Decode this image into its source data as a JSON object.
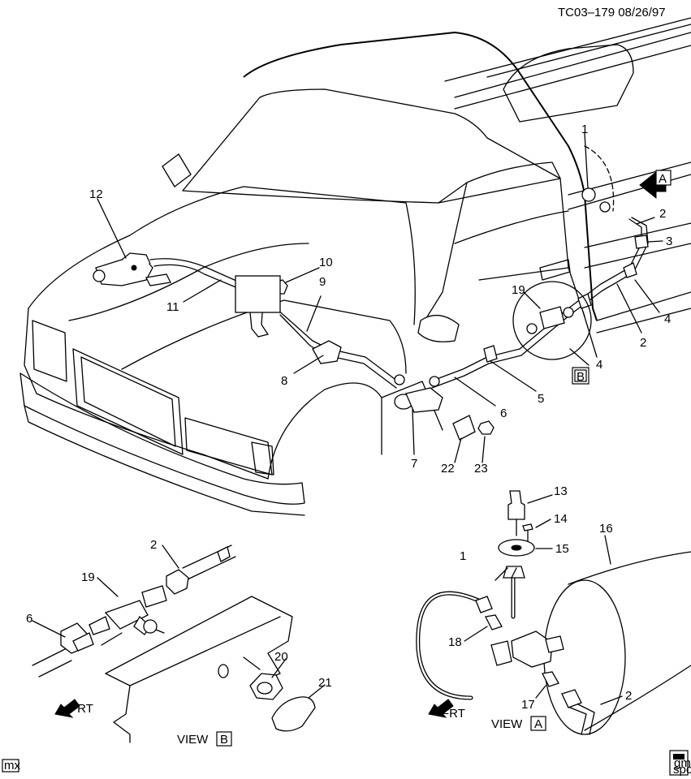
{
  "header": {
    "code": "TC03–179  08/26/97"
  },
  "callouts": [
    {
      "id": "c1",
      "text": "1"
    },
    {
      "id": "c2",
      "text": "2"
    },
    {
      "id": "c3",
      "text": "3"
    },
    {
      "id": "c4",
      "text": "4"
    },
    {
      "id": "c2b",
      "text": "2"
    },
    {
      "id": "c4b",
      "text": "4"
    },
    {
      "id": "c5",
      "text": "5"
    },
    {
      "id": "c6",
      "text": "6"
    },
    {
      "id": "c7",
      "text": "7"
    },
    {
      "id": "c8",
      "text": "8"
    },
    {
      "id": "c9",
      "text": "9"
    },
    {
      "id": "c10",
      "text": "10"
    },
    {
      "id": "c11",
      "text": "11"
    },
    {
      "id": "c12",
      "text": "12"
    },
    {
      "id": "c19",
      "text": "19"
    },
    {
      "id": "c22",
      "text": "22"
    },
    {
      "id": "c23",
      "text": "23"
    },
    {
      "id": "vb2",
      "text": "2"
    },
    {
      "id": "vb19",
      "text": "19"
    },
    {
      "id": "vb6",
      "text": "6"
    },
    {
      "id": "vb20",
      "text": "20"
    },
    {
      "id": "vb21",
      "text": "21"
    },
    {
      "id": "va13",
      "text": "13"
    },
    {
      "id": "va14",
      "text": "14"
    },
    {
      "id": "va15",
      "text": "15"
    },
    {
      "id": "va16",
      "text": "16"
    },
    {
      "id": "va1",
      "text": "1"
    },
    {
      "id": "va18",
      "text": "18"
    },
    {
      "id": "va17",
      "text": "17"
    },
    {
      "id": "va2",
      "text": "2"
    }
  ],
  "view_flags": {
    "a": "A",
    "b": "B"
  },
  "views": {
    "b_label": "VIEW",
    "b_letter": "B",
    "a_label": "VIEW",
    "a_letter": "A"
  },
  "frt": {
    "left": "FRT",
    "right": "FRT"
  },
  "footer": {
    "left_tag": "mx",
    "logo_top": "gm",
    "logo_bottom": "spo"
  }
}
